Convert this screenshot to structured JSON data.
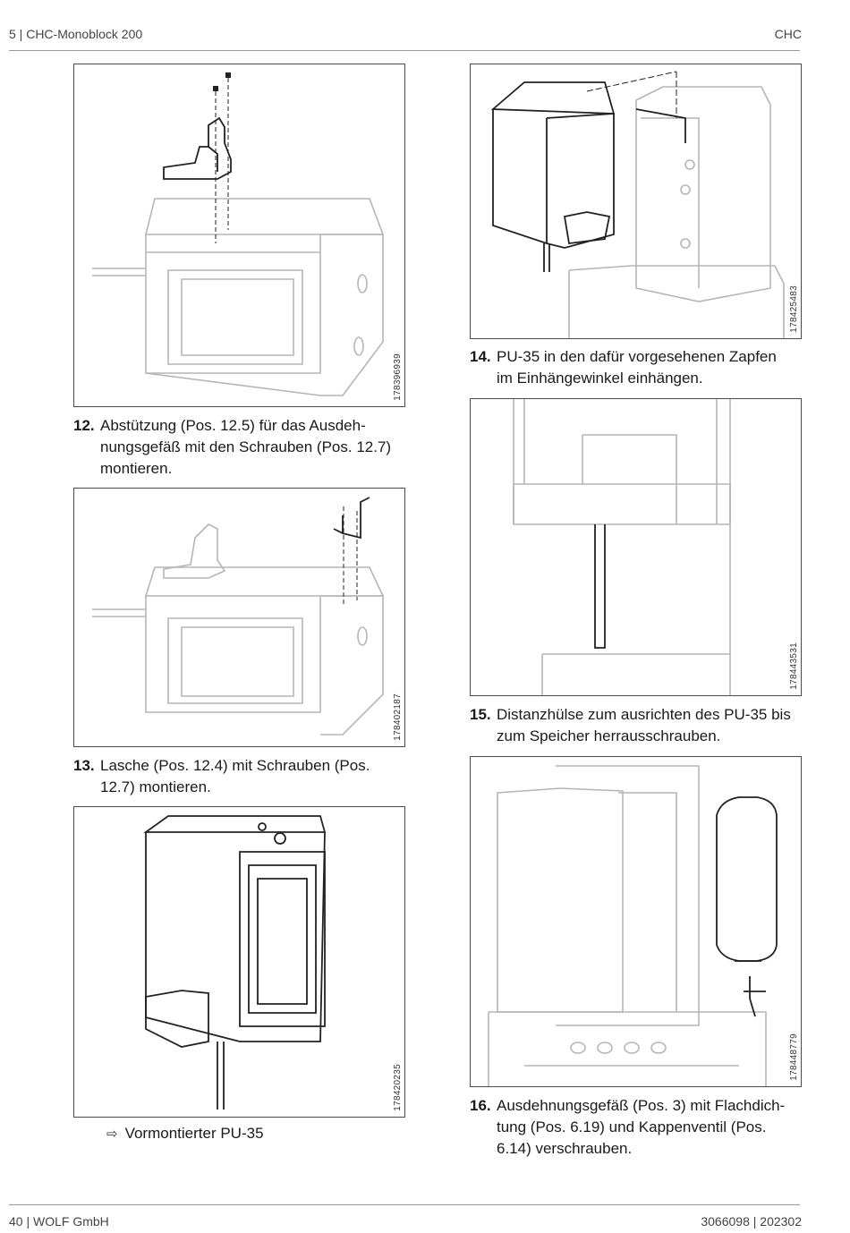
{
  "header": {
    "left": "5 | CHC-Monoblock 200",
    "right": "CHC"
  },
  "footer": {
    "left": "40 | WOLF GmbH",
    "right": "3066098 | 202302"
  },
  "figures": {
    "f1": {
      "id": "178396939"
    },
    "f2": {
      "id": "178402187"
    },
    "f3": {
      "id": "178420235"
    },
    "f4": {
      "id": "178425483"
    },
    "f5": {
      "id": "178443531"
    },
    "f6": {
      "id": "178448779"
    }
  },
  "steps": [
    {
      "num": "12.",
      "line1": "Abstützung (Pos. 12.5) für das Ausdeh-",
      "line2": "nungsgefäß mit den Schrauben (Pos. 12.7)",
      "line3": "montieren."
    },
    {
      "num": "13.",
      "line1": "Lasche (Pos. 12.4) mit Schrauben (Pos.",
      "line2": "12.7) montieren."
    },
    {
      "num": "14.",
      "line1": "PU-35 in den dafür vorgesehenen Zapfen",
      "line2": "im Einhängewinkel einhängen."
    },
    {
      "num": "15.",
      "line1": "Distanzhülse zum ausrichten des PU-35 bis",
      "line2": "zum Speicher herrausschrauben."
    },
    {
      "num": "16.",
      "line1": "Ausdehnungsgefäß (Pos. 3) mit Flachdich-",
      "line2": "tung (Pos. 6.19) und Kappenventil (Pos.",
      "line3": "6.14) verschrauben."
    }
  ],
  "result": {
    "arrow_icon": "arrow-right-outline-icon",
    "text": "Vormontierter PU-35"
  }
}
